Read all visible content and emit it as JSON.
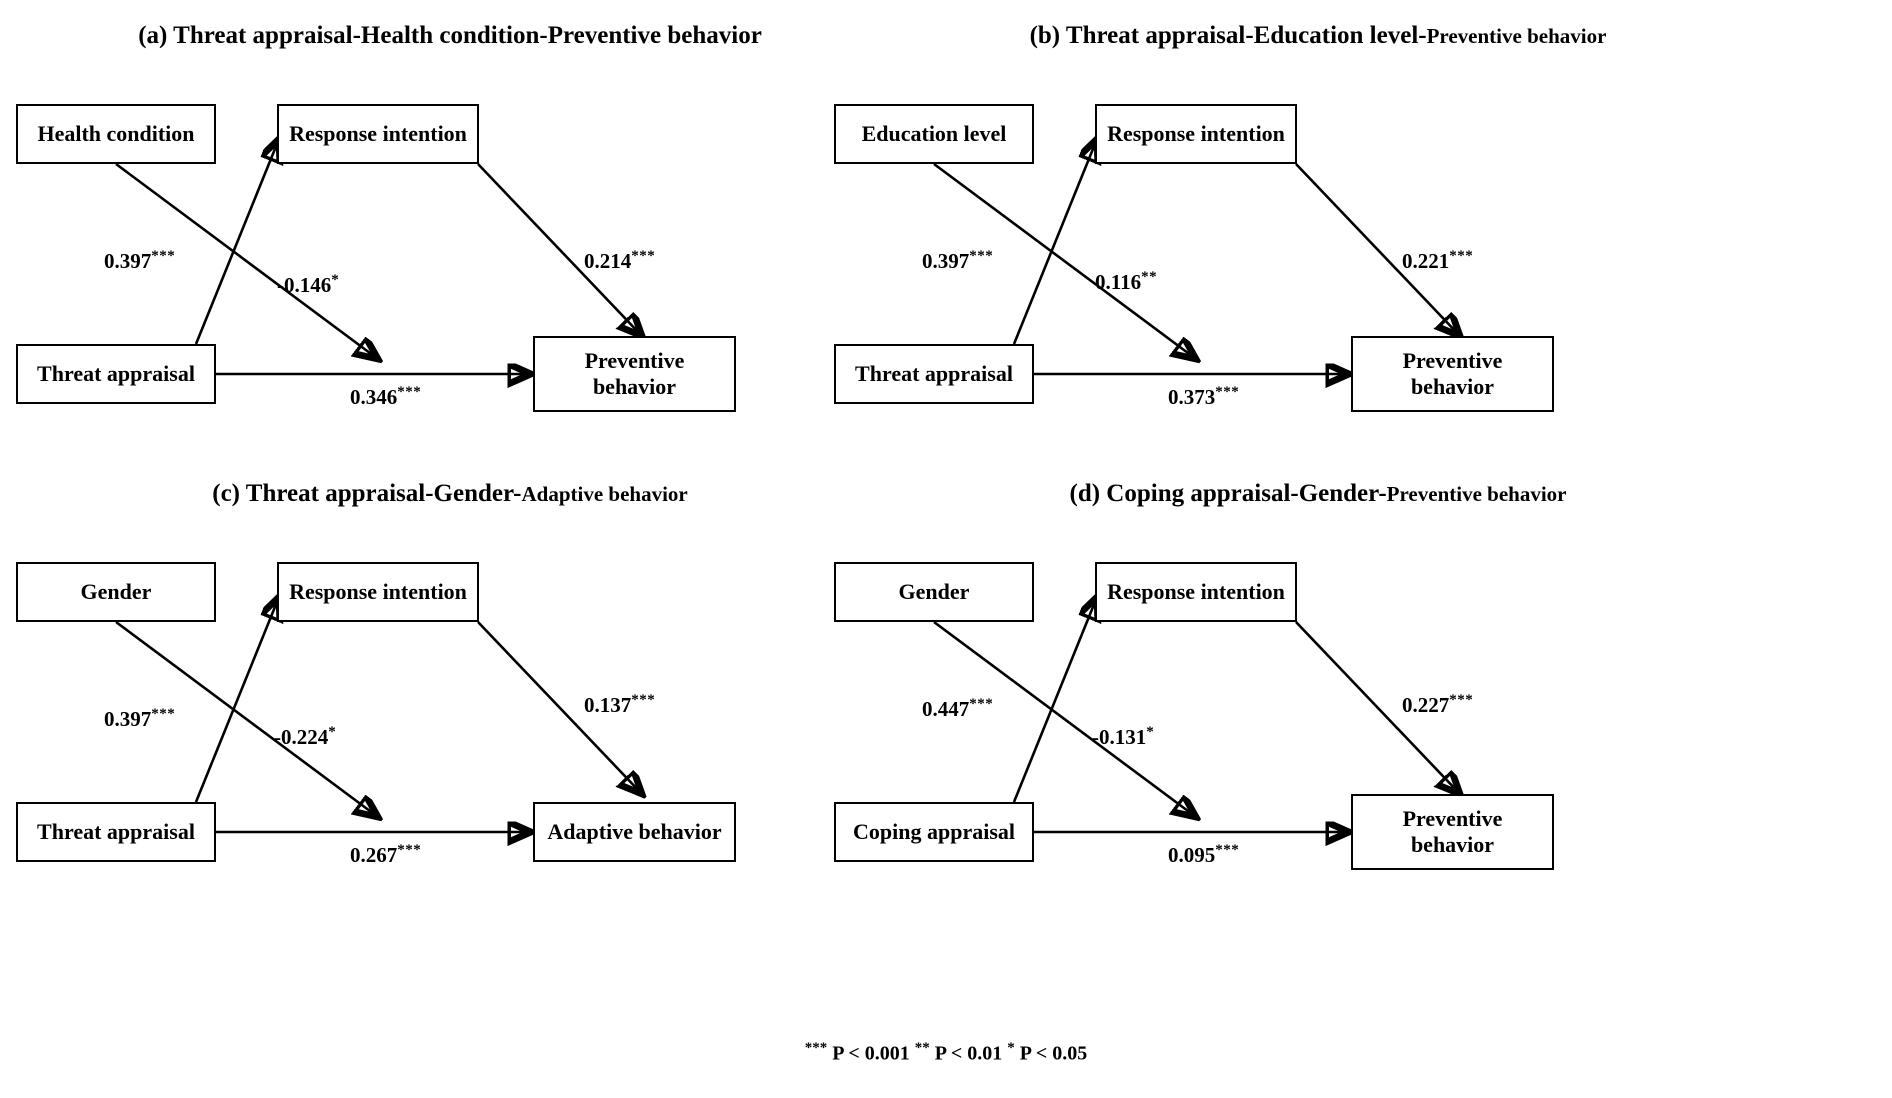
{
  "figure": {
    "footnote_parts": [
      "***",
      " P < 0.001 ",
      "**",
      " P < 0.01 ",
      "*",
      " P < 0.05"
    ],
    "footnote": "*** P < 0.001 ** P < 0.01 * P < 0.05"
  },
  "panels": [
    {
      "id": "a",
      "title_main": "(a) Threat appraisal-Health condition-Preventive behavior",
      "title_big": "(a) Threat appraisal-Health condition-Preventive behavior",
      "title_small": "",
      "nodes": {
        "moderator": "Health condition",
        "mediator": "Response intention",
        "predictor": "Threat appraisal",
        "outcome": "Preventive behavior"
      },
      "edges": {
        "predictor_to_mediator": {
          "value": "0.397",
          "stars": "***"
        },
        "moderator_to_outcome": {
          "value": "-0.146",
          "stars": "*"
        },
        "mediator_to_outcome": {
          "value": "0.214",
          "stars": "***"
        },
        "predictor_to_outcome": {
          "value": "0.346",
          "stars": "***"
        }
      }
    },
    {
      "id": "b",
      "title_main": "(b) Threat appraisal-Education level-Preventive behavior",
      "title_big": "(b) Threat appraisal-Education level-",
      "title_small": "Preventive behavior",
      "nodes": {
        "moderator": "Education level",
        "mediator": "Response intention",
        "predictor": "Threat appraisal",
        "outcome": "Preventive behavior"
      },
      "edges": {
        "predictor_to_mediator": {
          "value": "0.397",
          "stars": "***"
        },
        "moderator_to_outcome": {
          "value": "0.116",
          "stars": "**"
        },
        "mediator_to_outcome": {
          "value": "0.221",
          "stars": "***"
        },
        "predictor_to_outcome": {
          "value": "0.373",
          "stars": "***"
        }
      }
    },
    {
      "id": "c",
      "title_main": "(c) Threat appraisal-Gender-Adaptive behavior",
      "title_big": "(c) Threat appraisal-Gender-",
      "title_small": "Adaptive behavior",
      "nodes": {
        "moderator": "Gender",
        "mediator": "Response intention",
        "predictor": "Threat appraisal",
        "outcome": "Adaptive behavior"
      },
      "edges": {
        "predictor_to_mediator": {
          "value": "0.397",
          "stars": "***"
        },
        "moderator_to_outcome": {
          "value": "-0.224",
          "stars": "*"
        },
        "mediator_to_outcome": {
          "value": "0.137",
          "stars": "***"
        },
        "predictor_to_outcome": {
          "value": "0.267",
          "stars": "***"
        }
      }
    },
    {
      "id": "d",
      "title_main": "(d) Coping appraisal-Gender-Preventive behavior",
      "title_big": "(d) Coping appraisal-Gender-",
      "title_small": "Preventive behavior",
      "nodes": {
        "moderator": "Gender",
        "mediator": "Response intention",
        "predictor": "Coping appraisal",
        "outcome": "Preventive behavior"
      },
      "edges": {
        "predictor_to_mediator": {
          "value": "0.447",
          "stars": "***"
        },
        "moderator_to_outcome": {
          "value": "-0.131",
          "stars": "*"
        },
        "mediator_to_outcome": {
          "value": "0.227",
          "stars": "***"
        },
        "predictor_to_outcome": {
          "value": "0.095",
          "stars": "***"
        }
      }
    }
  ]
}
